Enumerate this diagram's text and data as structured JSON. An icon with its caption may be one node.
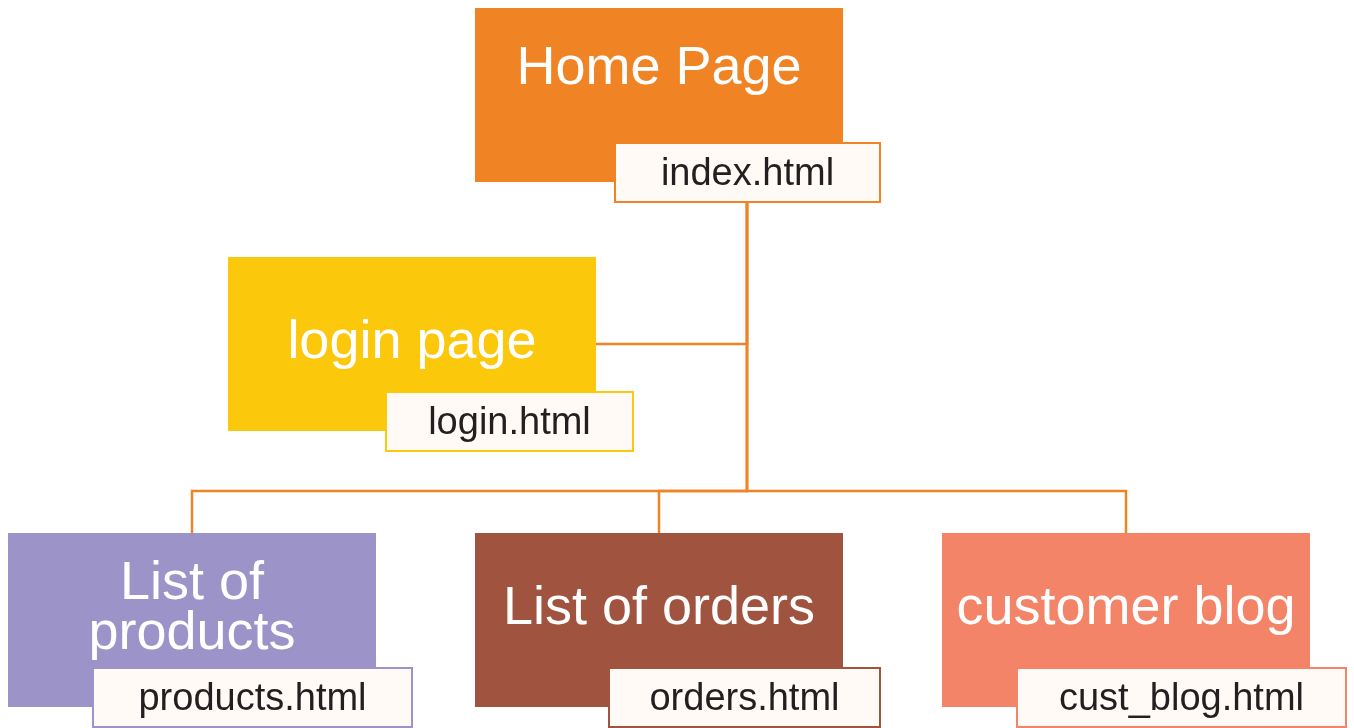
{
  "diagram": {
    "nodes": [
      {
        "text": [
          "Home Page",
          "index.html"
        ]
      },
      {
        "text": [
          "login page",
          "login.html"
        ]
      },
      {
        "text": [
          "List of products",
          "products.html"
        ]
      },
      {
        "text": [
          "List of orders",
          "orders.html"
        ]
      },
      {
        "text": [
          "customer blog",
          "cust_blog.html"
        ]
      }
    ],
    "edges": [
      {
        "from": 0,
        "to": 1,
        "arrow": "none"
      },
      {
        "from": 0,
        "to": 2,
        "arrow": "none"
      },
      {
        "from": 0,
        "to": 3,
        "arrow": "none"
      },
      {
        "from": 0,
        "to": 4,
        "arrow": "none"
      }
    ]
  }
}
